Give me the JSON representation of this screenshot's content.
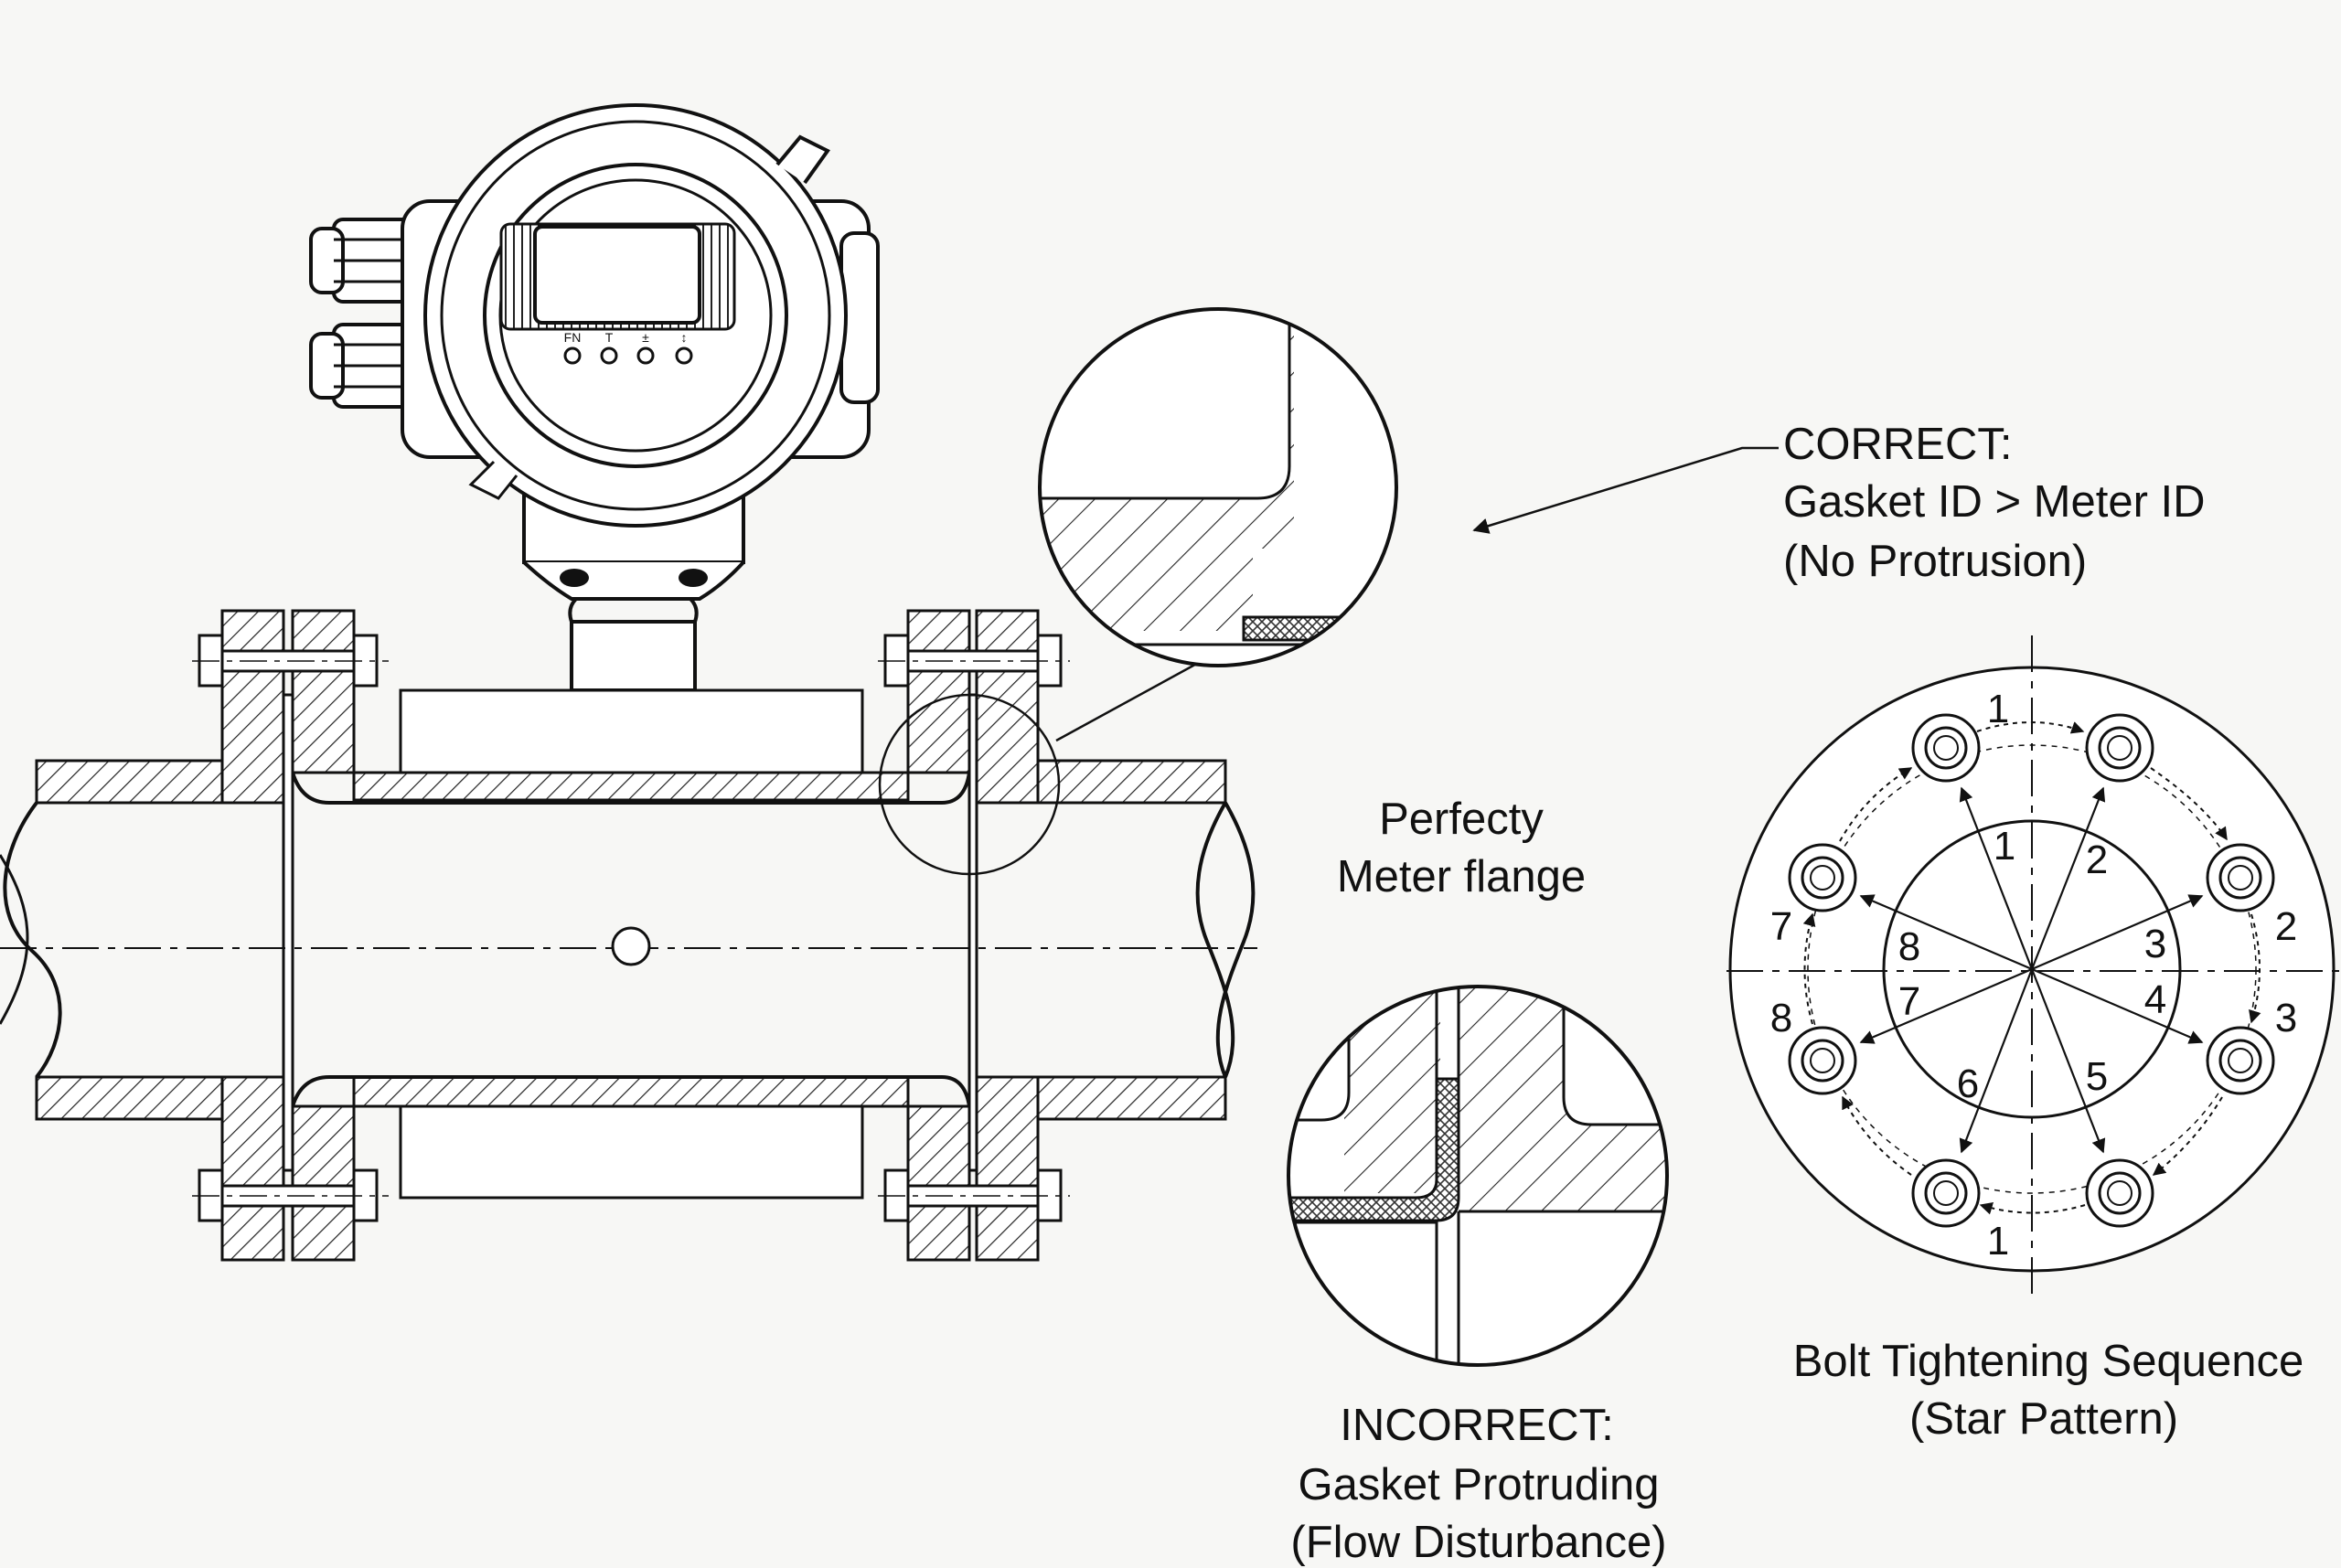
{
  "colors": {
    "ink": "#111111",
    "background": "#f7f7f5",
    "gasket": "#555555"
  },
  "transmitter": {
    "buttons": [
      "FN",
      "T",
      "±",
      "↕"
    ]
  },
  "correct": {
    "line1": "CORRECT:",
    "line2": "Gasket ID > Meter ID",
    "line3": "(No Protrusion)"
  },
  "meter_flange": {
    "line1": "Perfecty",
    "line2": "Meter flange"
  },
  "incorrect": {
    "line1": "INCORRECT:",
    "line2": "Gasket Protruding",
    "line3": "(Flow Disturbance)"
  },
  "bolt_pattern": {
    "title": "Bolt Tightening Sequence",
    "subtitle": "(Star Pattern)",
    "inner_numbers": [
      "1",
      "2",
      "3",
      "4",
      "5",
      "6",
      "7",
      "8"
    ],
    "outer_numbers": [
      "1",
      "2",
      "3",
      "1",
      "8",
      "7"
    ]
  }
}
